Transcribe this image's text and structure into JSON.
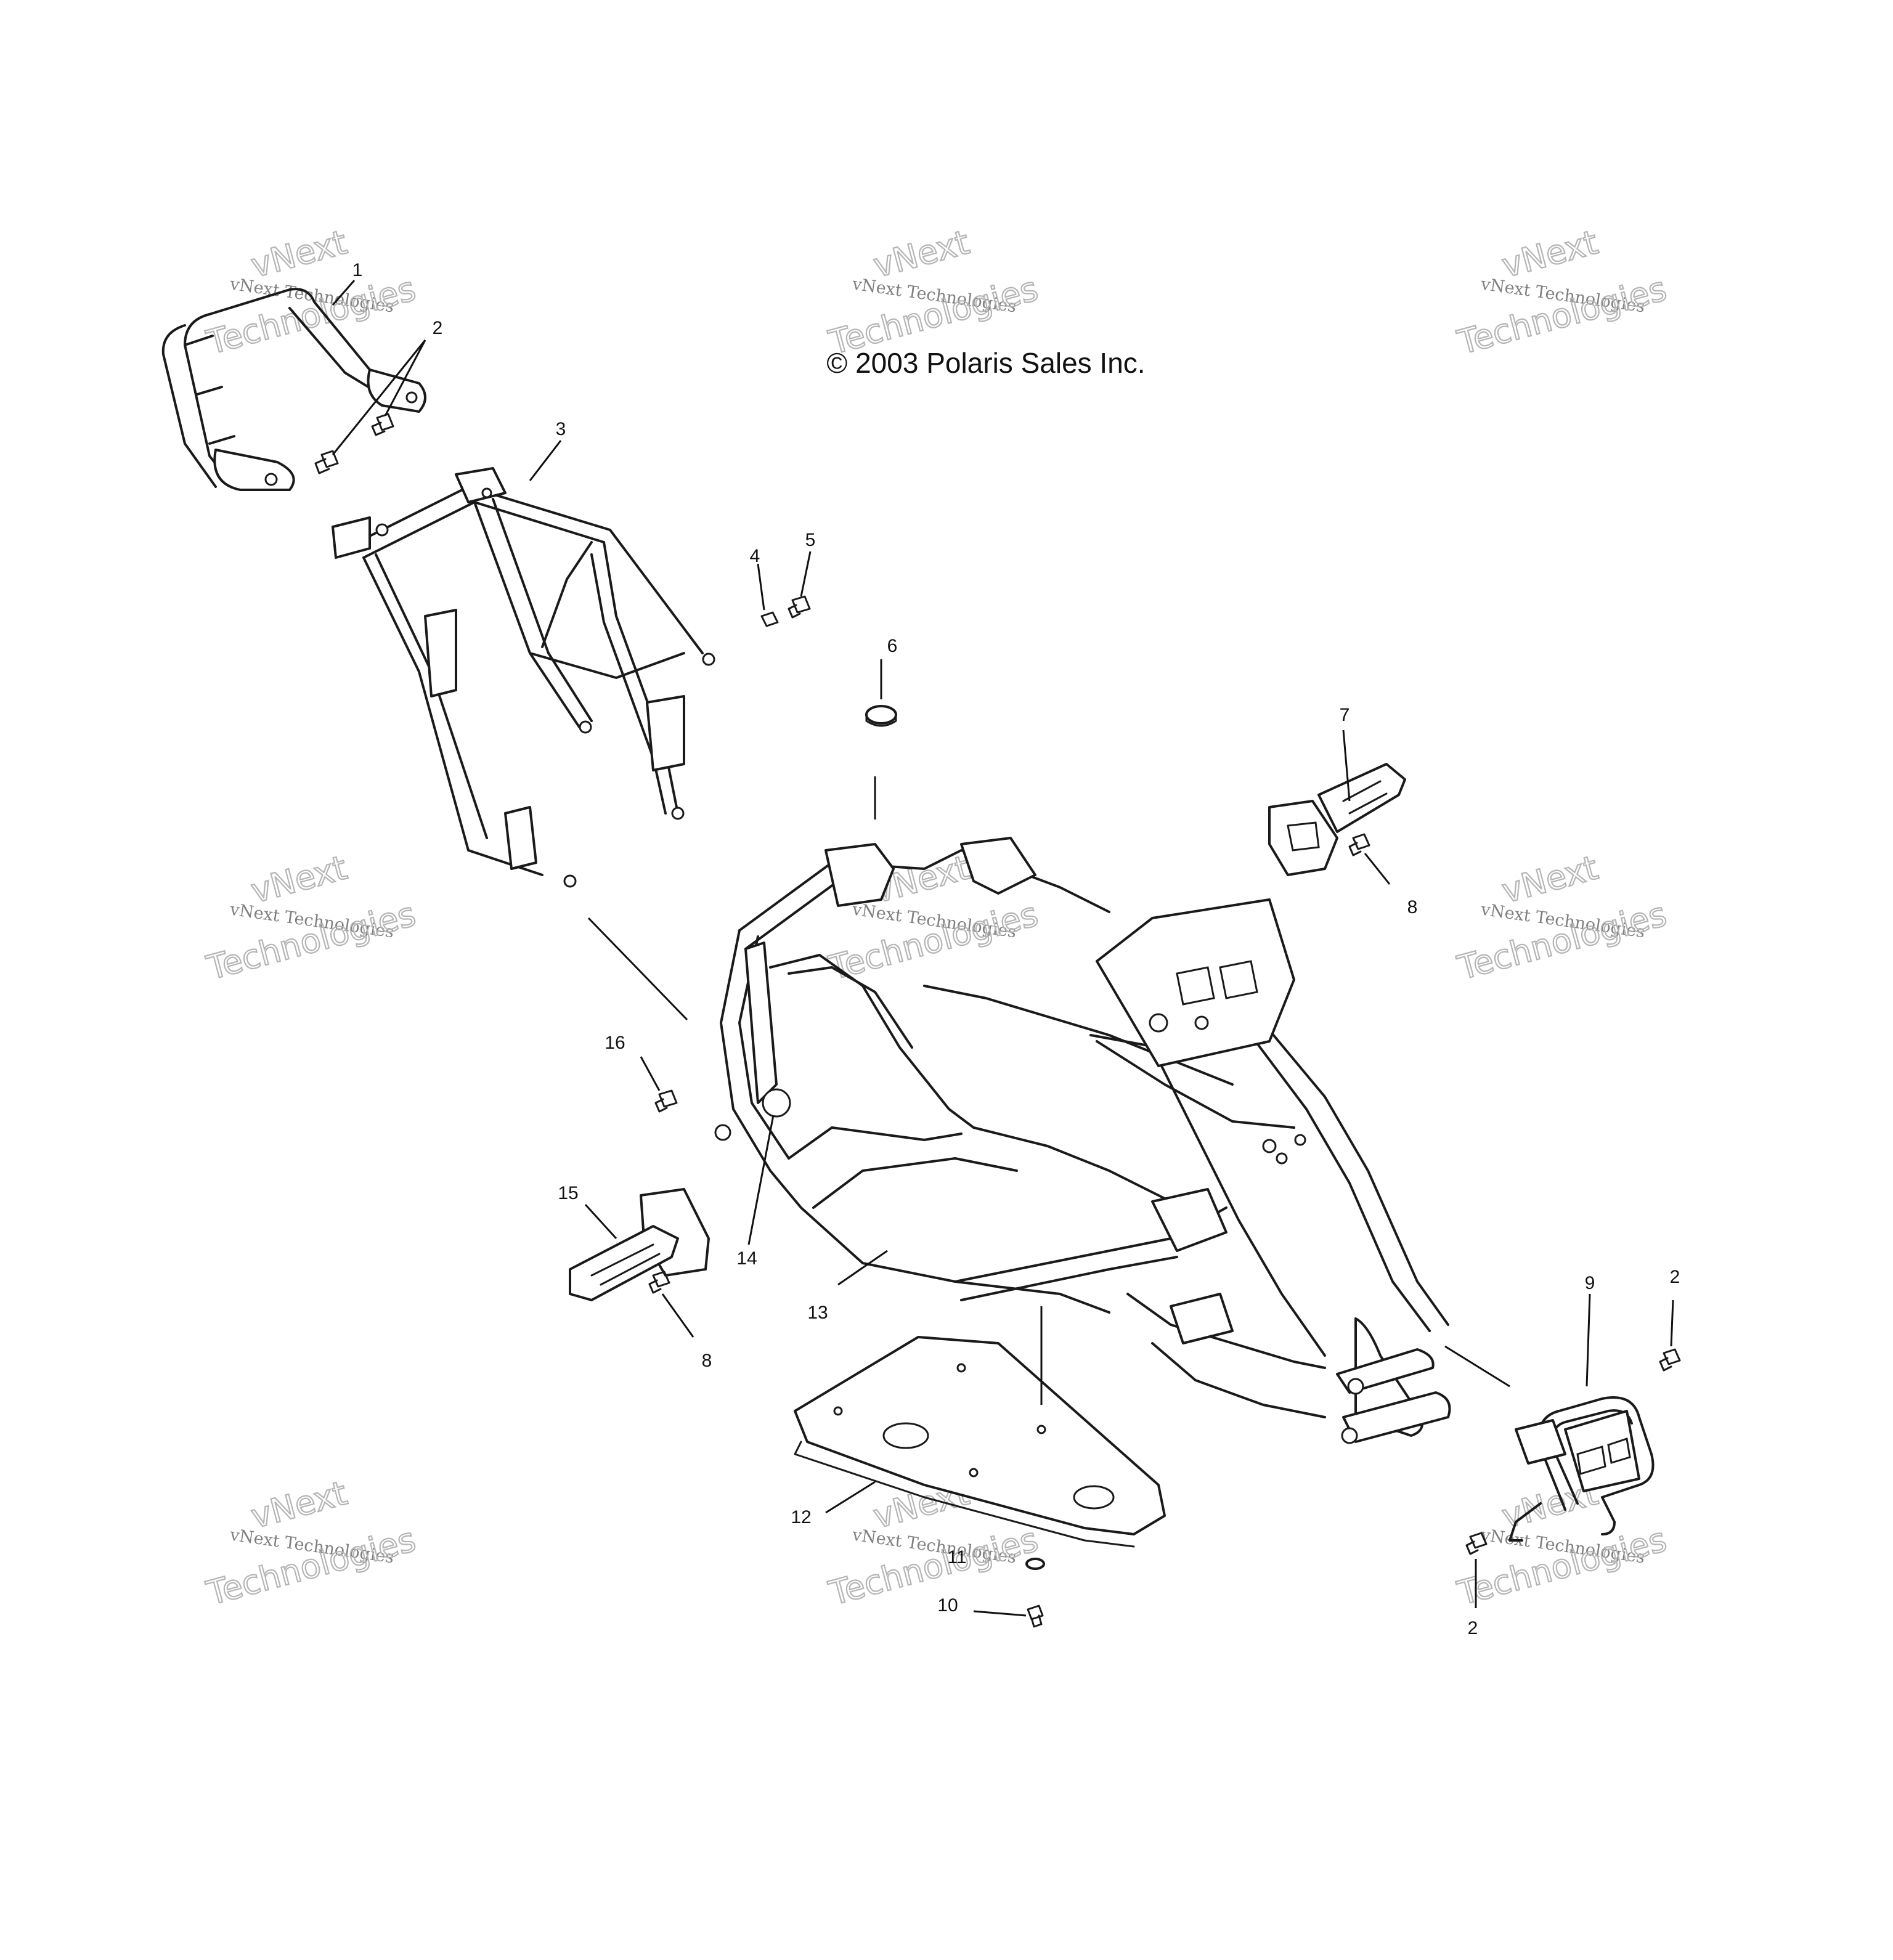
{
  "copyright": "© 2003 Polaris Sales Inc.",
  "watermark": {
    "line1": "vNext",
    "line2": "vNext Technologies",
    "line3": "Technologies"
  },
  "callouts": [
    {
      "id": "c1",
      "label": "1"
    },
    {
      "id": "c2a",
      "label": "2"
    },
    {
      "id": "c3",
      "label": "3"
    },
    {
      "id": "c4",
      "label": "4"
    },
    {
      "id": "c5",
      "label": "5"
    },
    {
      "id": "c6",
      "label": "6"
    },
    {
      "id": "c7",
      "label": "7"
    },
    {
      "id": "c8a",
      "label": "8"
    },
    {
      "id": "c16",
      "label": "16"
    },
    {
      "id": "c15",
      "label": "15"
    },
    {
      "id": "c14",
      "label": "14"
    },
    {
      "id": "c13",
      "label": "13"
    },
    {
      "id": "c8b",
      "label": "8"
    },
    {
      "id": "c9",
      "label": "9"
    },
    {
      "id": "c2b",
      "label": "2"
    },
    {
      "id": "c12",
      "label": "12"
    },
    {
      "id": "c11",
      "label": "11"
    },
    {
      "id": "c10",
      "label": "10"
    },
    {
      "id": "c2c",
      "label": "2"
    }
  ]
}
